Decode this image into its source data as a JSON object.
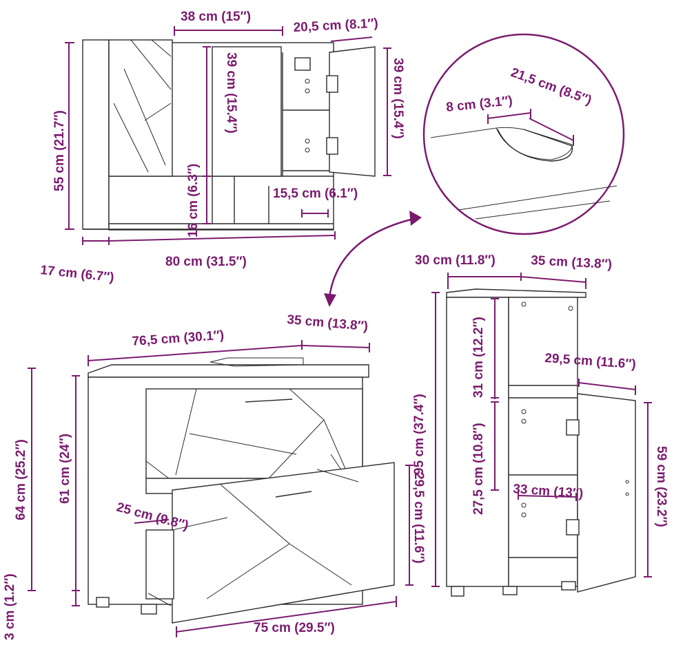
{
  "colors": {
    "dimension": "#7a1a6e",
    "outline": "#2a2a2a",
    "background": "#ffffff"
  },
  "wall_cabinet": {
    "door_width": "38 cm (15″)",
    "right_door_width": "20,5 cm (8.1″)",
    "height": "55 cm (21.7″)",
    "compartment_height": "39 cm (15.4″)",
    "right_door_height": "39 cm (15.4″)",
    "open_shelf_height": "16 cm (6.3″)",
    "inner_depth": "15,5 cm (6.1″)",
    "depth": "17 cm (6.7″)",
    "width": "80 cm (31.5″)"
  },
  "basin_detail": {
    "cutout_width": "21,5 cm (8.5″)",
    "cutout_depth": "8 cm (3.1″)"
  },
  "tall_cabinet": {
    "width": "30 cm (11.8″)",
    "depth": "35 cm (13.8″)",
    "height": "95 cm (37.4″)",
    "top_compartment": "31 cm (12.2″)",
    "middle_compartment": "27,5 cm (10.8″)",
    "door_width": "29,5 cm (11.6″)",
    "inner_width": "33 cm (13″)",
    "door_height": "59 cm (23.2″)"
  },
  "vanity_unit": {
    "width": "76,5 cm (30.1″)",
    "depth": "35 cm (13.8″)",
    "total_height": "64 cm (25.2″)",
    "body_height": "61 cm (24″)",
    "feet_height": "3 cm (1.2″)",
    "drawer_depth": "25 cm (9.8″)",
    "drawer_height": "29,5 cm (11.6″)",
    "drawer_width": "75 cm (29.5″)"
  }
}
